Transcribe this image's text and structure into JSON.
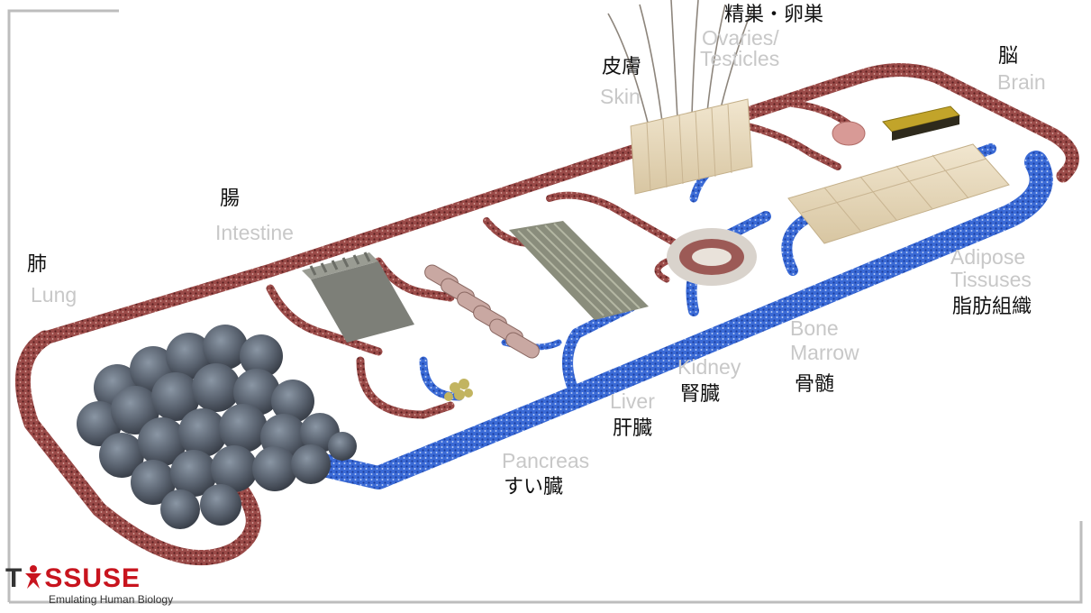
{
  "organs": {
    "lung": {
      "en": "Lung",
      "ja": "肺"
    },
    "intestine": {
      "en": "Intestine",
      "ja": "腸"
    },
    "skin": {
      "en": "Skin",
      "ja": "皮膚"
    },
    "gonads": {
      "en_line1": "Ovaries/",
      "en_line2": "Testicles",
      "ja": "精巣・卵巣"
    },
    "brain": {
      "en": "Brain",
      "ja": "脳"
    },
    "adipose": {
      "en_line1": "Adipose",
      "en_line2": "Tissuses",
      "ja": "脂肪組織"
    },
    "bone_marrow": {
      "en_line1": "Bone",
      "en_line2": "Marrow",
      "ja": "骨髄"
    },
    "kidney": {
      "en": "Kidney",
      "ja": "腎臓"
    },
    "liver": {
      "en": "Liver",
      "ja": "肝臓"
    },
    "pancreas": {
      "en": "Pancreas",
      "ja": "すい臓"
    }
  },
  "logo": {
    "word_part1": "T",
    "word_part2": "SSUSE",
    "tagline": "Emulating Human Biology",
    "brand_color": "#c8141e",
    "dark_color": "#333333"
  },
  "colors": {
    "arterial_channel": "#8a3a3a",
    "venous_channel": "#2c5fc8",
    "frame": "#bdbdbd"
  },
  "icons": [
    "tissuse-figure-icon"
  ]
}
